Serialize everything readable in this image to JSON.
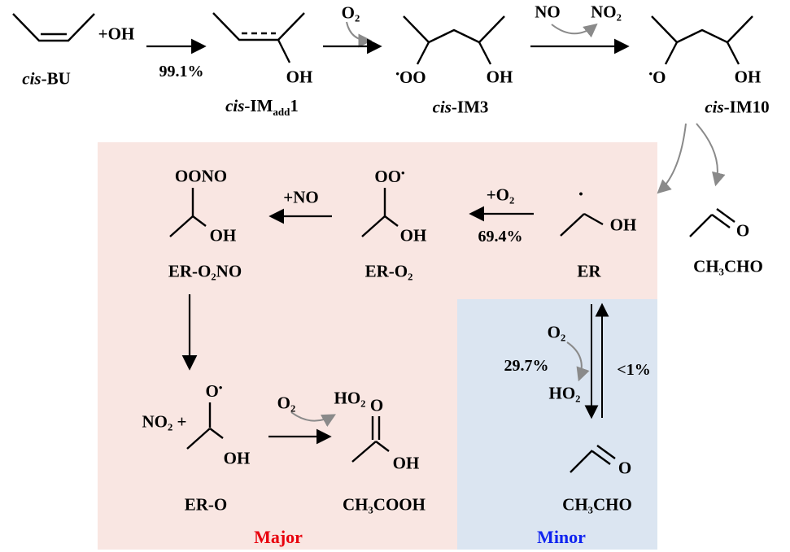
{
  "colors": {
    "major_box_bg": "#f9e6e2",
    "minor_box_bg": "#dbe5f1",
    "major_text": "#e8000d",
    "minor_text": "#1024f0",
    "gray_arrow": "#8a8a8a",
    "bond": "#000000"
  },
  "top_row": {
    "cisbu_it": "cis",
    "cisbu_rest": "-BU",
    "plus_oh": "+OH",
    "yield_991": "99.1%",
    "imadd1_oh": "OH",
    "imadd1_it": "cis",
    "imadd1_rest": "-IM",
    "imadd1_sub": "add",
    "imadd1_tail": "1",
    "o2": "O₂",
    "im3_dot": "•",
    "im3_oo": "OO",
    "im3_oh": "OH",
    "im3_it": "cis",
    "im3_rest": "-IM3",
    "no": "NO",
    "no2": "NO₂",
    "im10_dot": "•",
    "im10_o": "O",
    "im10_oh": "OH",
    "im10_it": "cis",
    "im10_rest": "-IM10"
  },
  "major_path": {
    "ero2no_oono": "OONO",
    "ero2no_oh": "OH",
    "ero2no_label": "ER-O₂NO",
    "plus_no": "+NO",
    "ero2_oo": "OO",
    "ero2_dot": "•",
    "ero2_oh": "OH",
    "ero2_label": "ER-O₂",
    "plus_o2": "+O₂",
    "yield_694": "69.4%",
    "er_dot": "•",
    "er_oh": "OH",
    "er_label": "ER",
    "ero_o": "O",
    "ero_dot": "•",
    "ero_no2_plus": "NO₂ +",
    "ero_oh": "OH",
    "ero_label": "ER-O",
    "o2": "O₂",
    "ho2": "HO₂",
    "ch3cooh_o": "O",
    "ch3cooh_oh": "OH",
    "ch3cooh_label": "CH₃COOH",
    "tag": "Major"
  },
  "minor_path": {
    "o2": "O₂",
    "yield_297": "29.7%",
    "ho2": "HO₂",
    "lt1": "<1%",
    "ch3cho_o": "O",
    "ch3cho_label": "CH₃CHO",
    "tag": "Minor"
  },
  "right_branch": {
    "ch3cho_o": "O",
    "ch3cho_label": "CH₃CHO"
  }
}
